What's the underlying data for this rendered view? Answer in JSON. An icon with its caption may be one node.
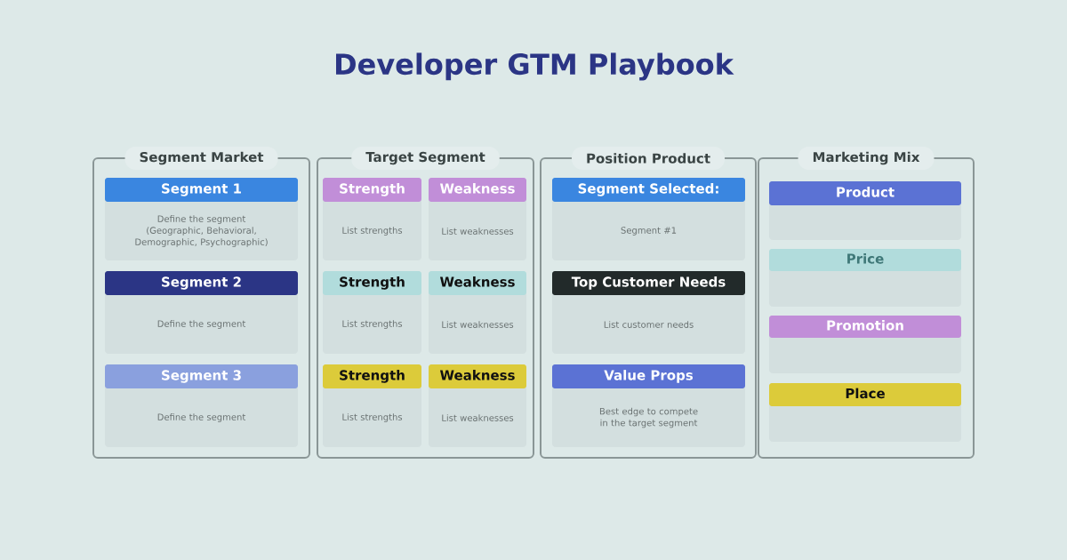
{
  "diagram": {
    "title": "Developer GTM Playbook",
    "nodes": [
      {
        "text": [
          "Segment Market"
        ]
      },
      {
        "text": [
          "Segment 1",
          "Define the segment (Geographic, Behavioral, Demographic, Psychographic)"
        ],
        "in": 0
      },
      {
        "text": [
          "Segment 2",
          "Define the segment"
        ],
        "in": 0
      },
      {
        "text": [
          "Segment 3",
          "Define the segment"
        ],
        "in": 0
      },
      {
        "text": [
          "Target Segment"
        ]
      },
      {
        "text": [
          "Strength",
          "List strengths"
        ],
        "in": 4
      },
      {
        "text": [
          "Weakness",
          "List weaknesses"
        ],
        "in": 4
      },
      {
        "text": [
          "Strength",
          "List strengths"
        ],
        "in": 4
      },
      {
        "text": [
          "Weakness",
          "List weaknesses"
        ],
        "in": 4
      },
      {
        "text": [
          "Strength",
          "List strengths"
        ],
        "in": 4
      },
      {
        "text": [
          "Weakness",
          "List weaknesses"
        ],
        "in": 4
      },
      {
        "text": [
          "Position Product"
        ]
      },
      {
        "text": [
          "Segment Selected:",
          "Segment #1"
        ],
        "in": 11
      },
      {
        "text": [
          "Top Customer Needs",
          "List customer needs"
        ],
        "in": 11
      },
      {
        "text": [
          "Value Props",
          "Best edge to compete in the target segment"
        ],
        "in": 11
      },
      {
        "text": [
          "Marketing Mix"
        ]
      },
      {
        "text": [
          "Product"
        ],
        "in": 15
      },
      {
        "text": [
          "Price"
        ],
        "in": 15
      },
      {
        "text": [
          "Promotion"
        ],
        "in": 15
      },
      {
        "text": [
          "Place"
        ],
        "in": 15
      }
    ]
  }
}
